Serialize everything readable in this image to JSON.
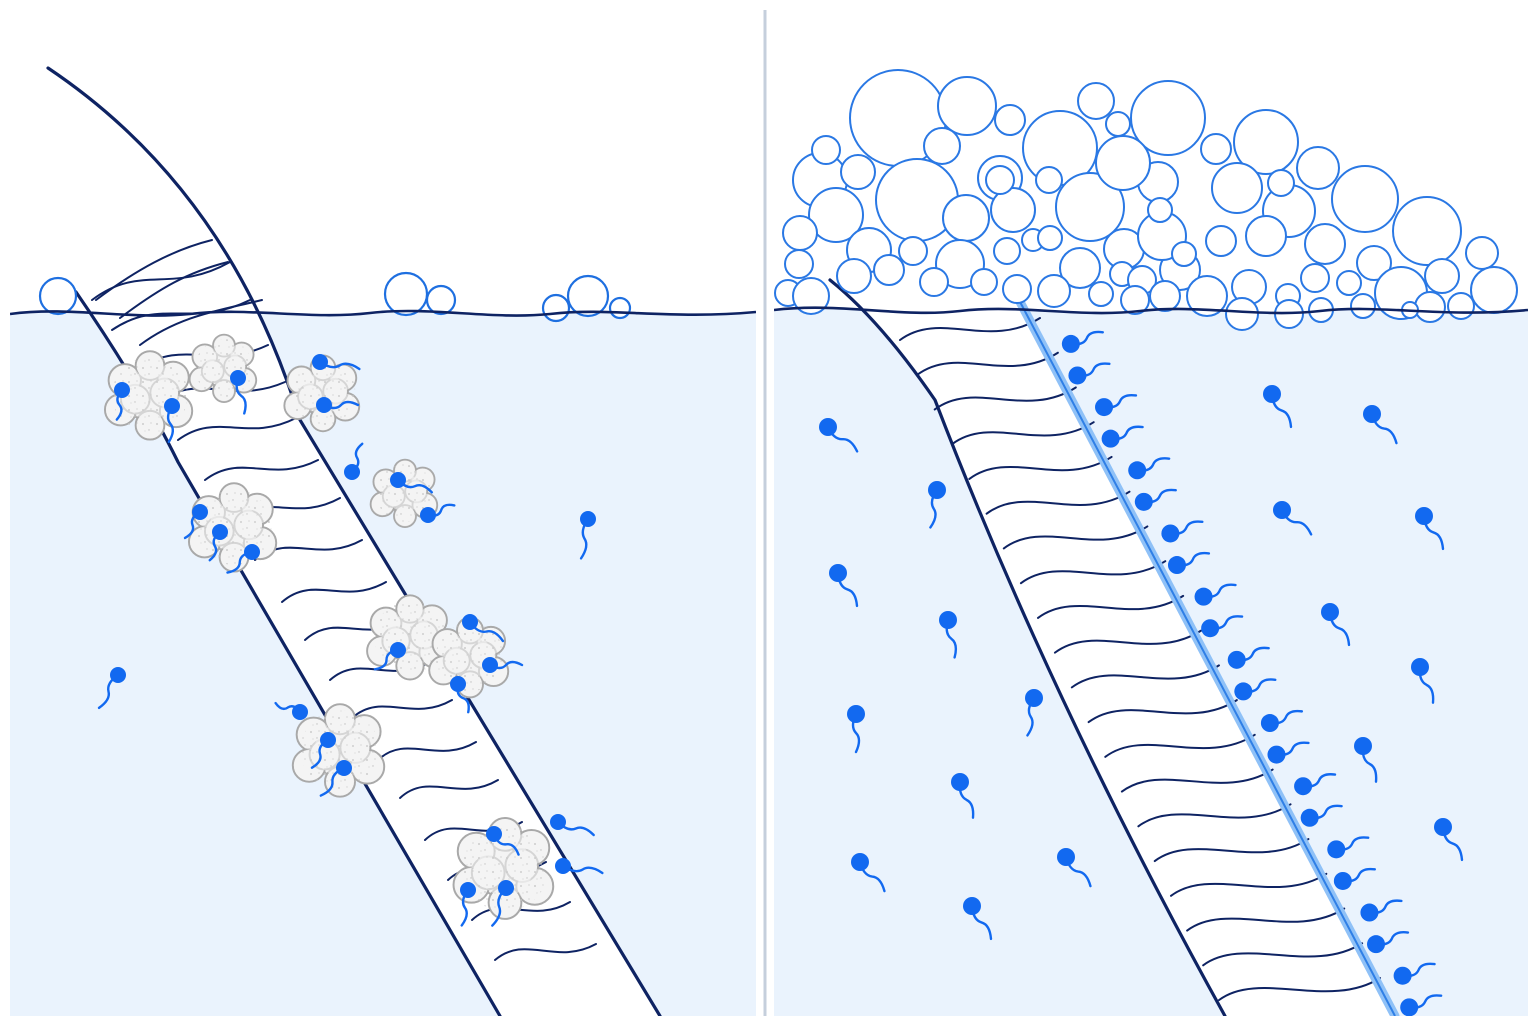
{
  "colors": {
    "background": "#ffffff",
    "water": "#eaf3fd",
    "outline": "#0e2363",
    "surfactant": "#1269f0",
    "bubble": "#1e6fe0",
    "divider": "#c5cfdc",
    "dirt_fill": "#f4f4f4",
    "dirt_outline": "#a9a9a9",
    "film": "#8fc1f7"
  },
  "panels": [
    {
      "id": "left",
      "content": [
        "hair-strand",
        "water",
        "surface-bubbles",
        "dirt-clusters",
        "surfactant-molecules"
      ]
    },
    {
      "id": "right",
      "content": [
        "hair-strand",
        "water",
        "foam",
        "surfactant-film",
        "surfactant-molecules"
      ]
    }
  ],
  "icons": [
    "surfactant-molecule-icon",
    "dirt-cluster-icon",
    "bubble-icon"
  ]
}
